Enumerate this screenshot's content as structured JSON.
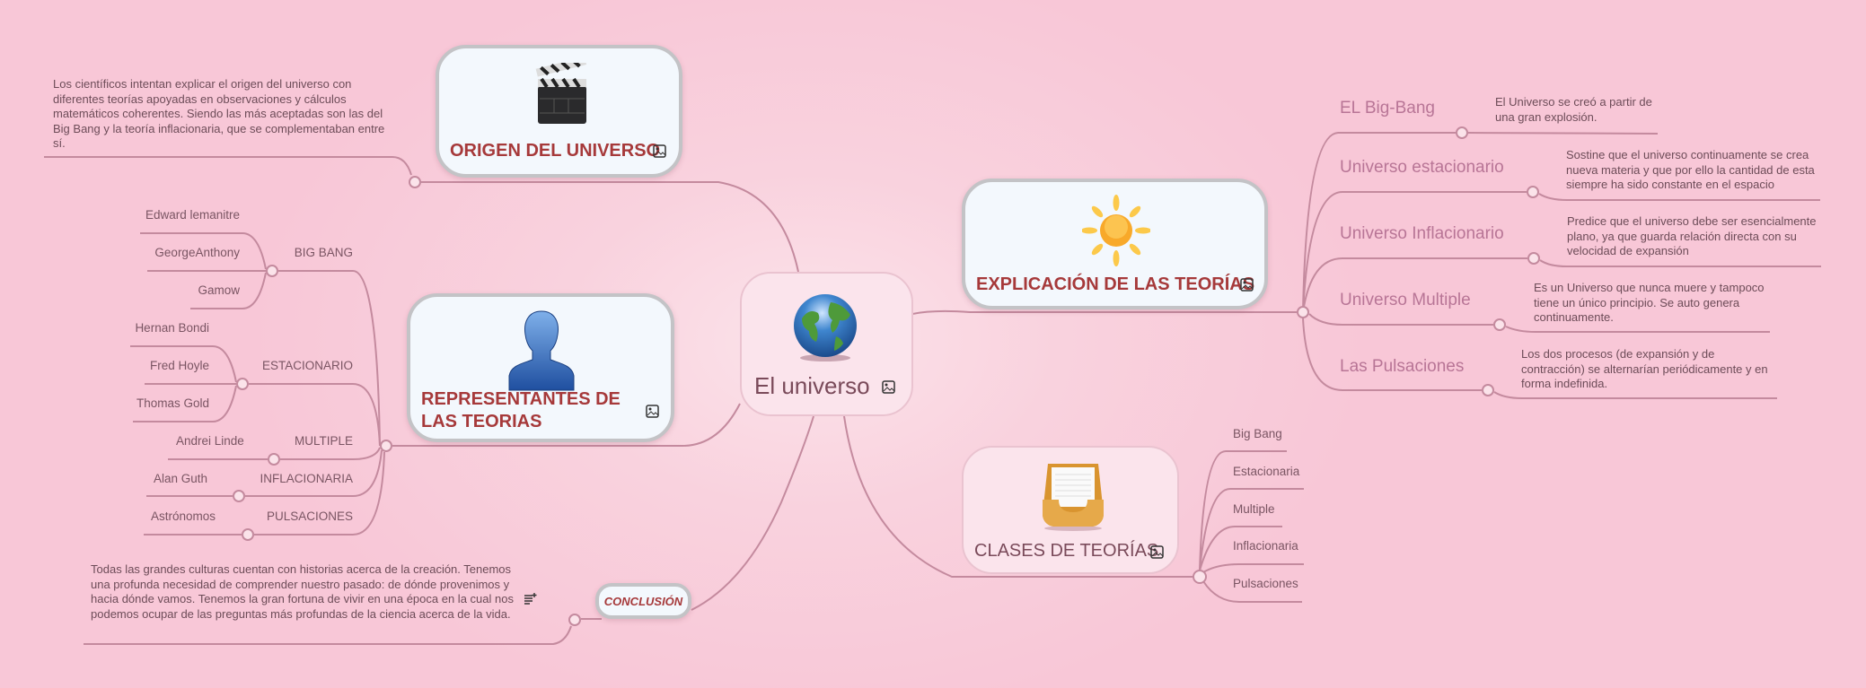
{
  "center": {
    "label": "El universo",
    "icon": "globe-icon"
  },
  "origen": {
    "label": "ORIGEN DEL UNIVERSO",
    "icon": "clapperboard-icon",
    "note": "Los científicos intentan explicar el origen del universo con diferentes teorías apoyadas en observaciones y cálculos matemáticos coherentes. Siendo las más aceptadas son las del Big Bang y la teoría inflacionaria, que se complementaban entre sí."
  },
  "explicacion": {
    "label": "EXPLICACIÓN DE LAS TEORÍAS",
    "icon": "sun-icon",
    "items": [
      {
        "label": "EL Big-Bang",
        "desc": "El Universo se creó a partir de una gran explosión."
      },
      {
        "label": "Universo estacionario",
        "desc": "Sostine que el universo continuamente se crea nueva materia y que por ello la cantidad de esta siempre ha sido constante en el espacio"
      },
      {
        "label": "Universo Inflacionario",
        "desc": "Predice que el universo debe ser esencialmente plano,  ya que guarda relación directa con su velocidad de expansión"
      },
      {
        "label": "Universo Multiple",
        "desc": "Es un Universo que nunca muere y tampoco tiene  un único principio. Se auto genera continuamente."
      },
      {
        "label": "Las Pulsaciones",
        "desc": "Los dos procesos (de expansión y de contracción) se alternarían periódicamente y en forma indefinida."
      }
    ]
  },
  "representantes": {
    "label": "REPRESENTANTES DE LAS TEORIAS",
    "icon": "person-icon",
    "groups": [
      {
        "label": "BIG BANG",
        "people": [
          "Edward lemanitre",
          "GeorgeAnthony",
          "Gamow"
        ]
      },
      {
        "label": "ESTACIONARIO",
        "people": [
          "Hernan Bondi",
          "Fred Hoyle",
          "Thomas Gold"
        ]
      },
      {
        "label": "MULTIPLE",
        "people": [
          "Andrei Linde"
        ]
      },
      {
        "label": "INFLACIONARIA",
        "people": [
          "Alan Guth"
        ]
      },
      {
        "label": "PULSACIONES",
        "people": [
          "Astrónomos"
        ]
      }
    ]
  },
  "clases": {
    "label": "CLASES DE TEORÍAS",
    "icon": "tray-icon",
    "items": [
      "Big Bang",
      "Estacionaria",
      "Multiple",
      "Inflacionaria",
      "Pulsaciones"
    ]
  },
  "conclusion": {
    "label": "CONCLUSIÓN",
    "note": "Todas las grandes culturas cuentan con historias acerca de la creación. Tenemos una profunda necesidad de comprender nuestro pasado: de dónde provenimos y hacia dónde vamos. Tenemos la gran fortuna de vivir en una época en la cual nos podemos ocupar de las preguntas más profundas de la ciencia acerca de la vida."
  },
  "colors": {
    "background": "#f8c7d7",
    "line": "#c48a9e",
    "title": "#a6393a",
    "branch": "#b87596"
  }
}
